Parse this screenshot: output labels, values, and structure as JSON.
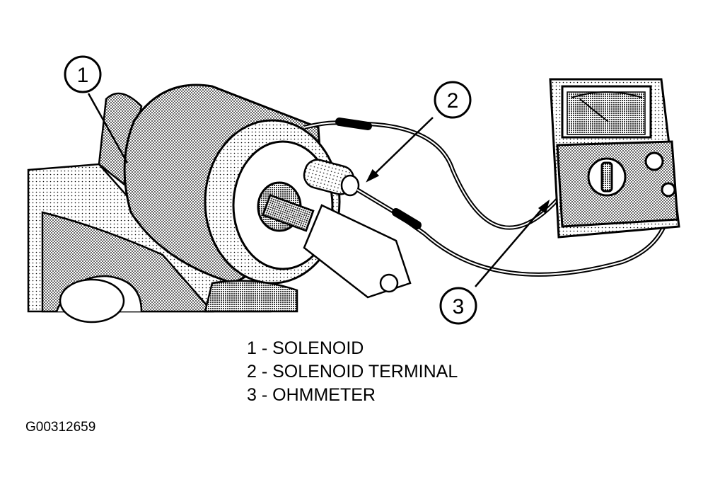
{
  "callouts": [
    {
      "number": "1"
    },
    {
      "number": "2"
    },
    {
      "number": "3"
    }
  ],
  "legend": [
    {
      "text": "1 - SOLENOID"
    },
    {
      "text": "2 - SOLENOID TERMINAL"
    },
    {
      "text": "3 - OHMMETER"
    }
  ],
  "figure_id": "G00312659",
  "colors": {
    "ink": "#000000",
    "paper": "#ffffff",
    "shade": "#9a9a9a"
  }
}
